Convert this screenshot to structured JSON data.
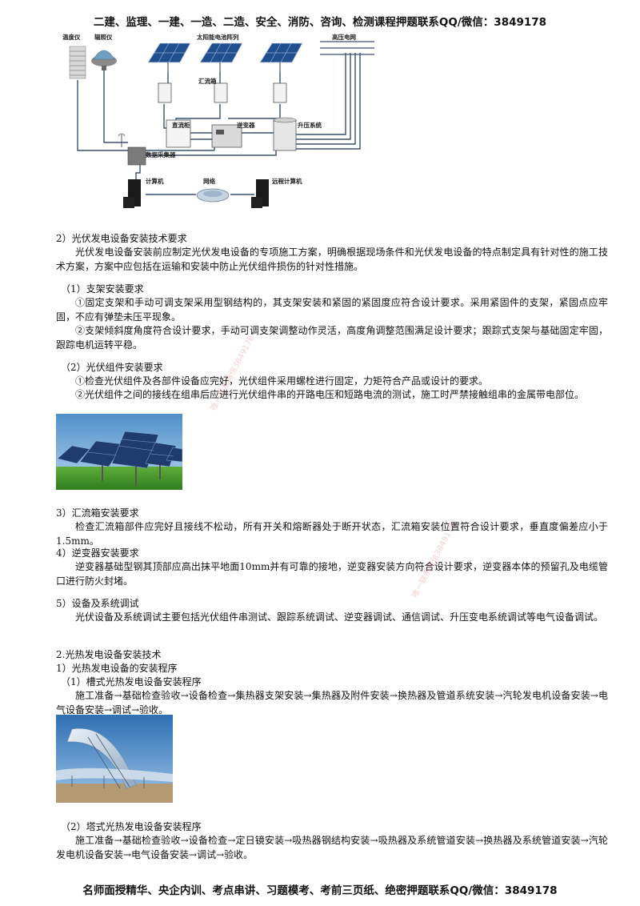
{
  "header": "二建、监理、一建、一造、二造、安全、消防、咨询、检测课程押题联系QQ/微信：3849178",
  "footer": "名师面授精华、央企内训、考点串讲、习题模考、考前三页纸、绝密押题联系QQ/微信：3849178",
  "watermark": "唯一联系微信3849178",
  "diagram": {
    "labels": {
      "thermometer": "温度仪",
      "radiometer": "辐照仪",
      "pv_array": "太阳能电池阵列",
      "grid": "高压电网",
      "combiner": "汇流箱",
      "dc_cabinet": "直流柜",
      "inverter": "逆变器",
      "stepup": "升压系统",
      "collector": "数据采集器",
      "computer": "计算机",
      "network": "网络",
      "remote": "远程计算机"
    }
  },
  "body": {
    "s2_title": "2）光伏发电设备安装技术要求",
    "s2_p1": "光伏发电设备安装前应制定光伏发电设备的专项施工方案，明确根据现场条件和光伏发电设备的特点制定具有针对性的施工技术方案，方案中应包括在运输和安装中防止光伏组件损伤的针对性措施。",
    "s2_1_title": "（1）支架安装要求",
    "s2_1_p1": "①固定支架和手动可调支架采用型钢结构的，其支架安装和紧固的紧固度应符合设计要求。采用紧固件的支架，紧固点应牢固，不应有弹垫未压平现象。",
    "s2_1_p2": "②支架倾斜度角度符合设计要求，手动可调支架调整动作灵活，高度角调整范围满足设计要求；跟踪式支架与基础固定牢固，跟踪电机运转平稳。",
    "s2_2_title": "（2）光伏组件安装要求",
    "s2_2_p1": "①检查光伏组件及各部件设备应完好，光伏组件采用螺栓进行固定，力矩符合产品或设计的要求。",
    "s2_2_p2": "②光伏组件之间的接线在组串后应进行光伏组件串的开路电压和短路电流的测试，施工时严禁接触组串的金属带电部位。",
    "s3_title": "3）汇流箱安装要求",
    "s3_p1": "检查汇流箱部件应完好且接线不松动，所有开关和熔断器处于断开状态，汇流箱安装位置符合设计要求，垂直度偏差应小于1.5mm。",
    "s4_title": "4）逆变器安装要求",
    "s4_p1": "逆变器基础型钢其顶部应高出抹平地面10mm并有可靠的接地，逆变器安装方向符合设计要求，逆变器本体的预留孔及电缆管口进行防火封堵。",
    "s5_title": "5）设备及系统调试",
    "s5_p1": "光伏设备及系统调试主要包括光伏组件串测试、跟踪系统调试、逆变器调试、通信调试、升压变电系统调试等电气设备调试。",
    "t2_title": "2.光热发电设备安装技术",
    "t2_1_title": "1）光热发电设备的安装程序",
    "t2_1_1_title": "（1）槽式光热发电设备安装程序",
    "t2_1_1_p1": "施工准备→基础检查验收→设备检查→集热器支架安装→集热器及附件安装→换热器及管道系统安装→汽轮发电机设备安装→电气设备安装→调试→验收。",
    "t2_1_2_title": "（2）塔式光热发电设备安装程序",
    "t2_1_2_p1": "施工准备→基础检查验收→设备检查→定日镜安装→吸热器钢结构安装→吸热器及系统管道安装→换热器及系统管道安装→汽轮发电机设备安装→电气设备安装→调试→验收。"
  },
  "colors": {
    "panel": "#1f4f8f",
    "wire": "#3a4f73",
    "sky": "#7fb3df",
    "grass": "#3e9a2a"
  }
}
